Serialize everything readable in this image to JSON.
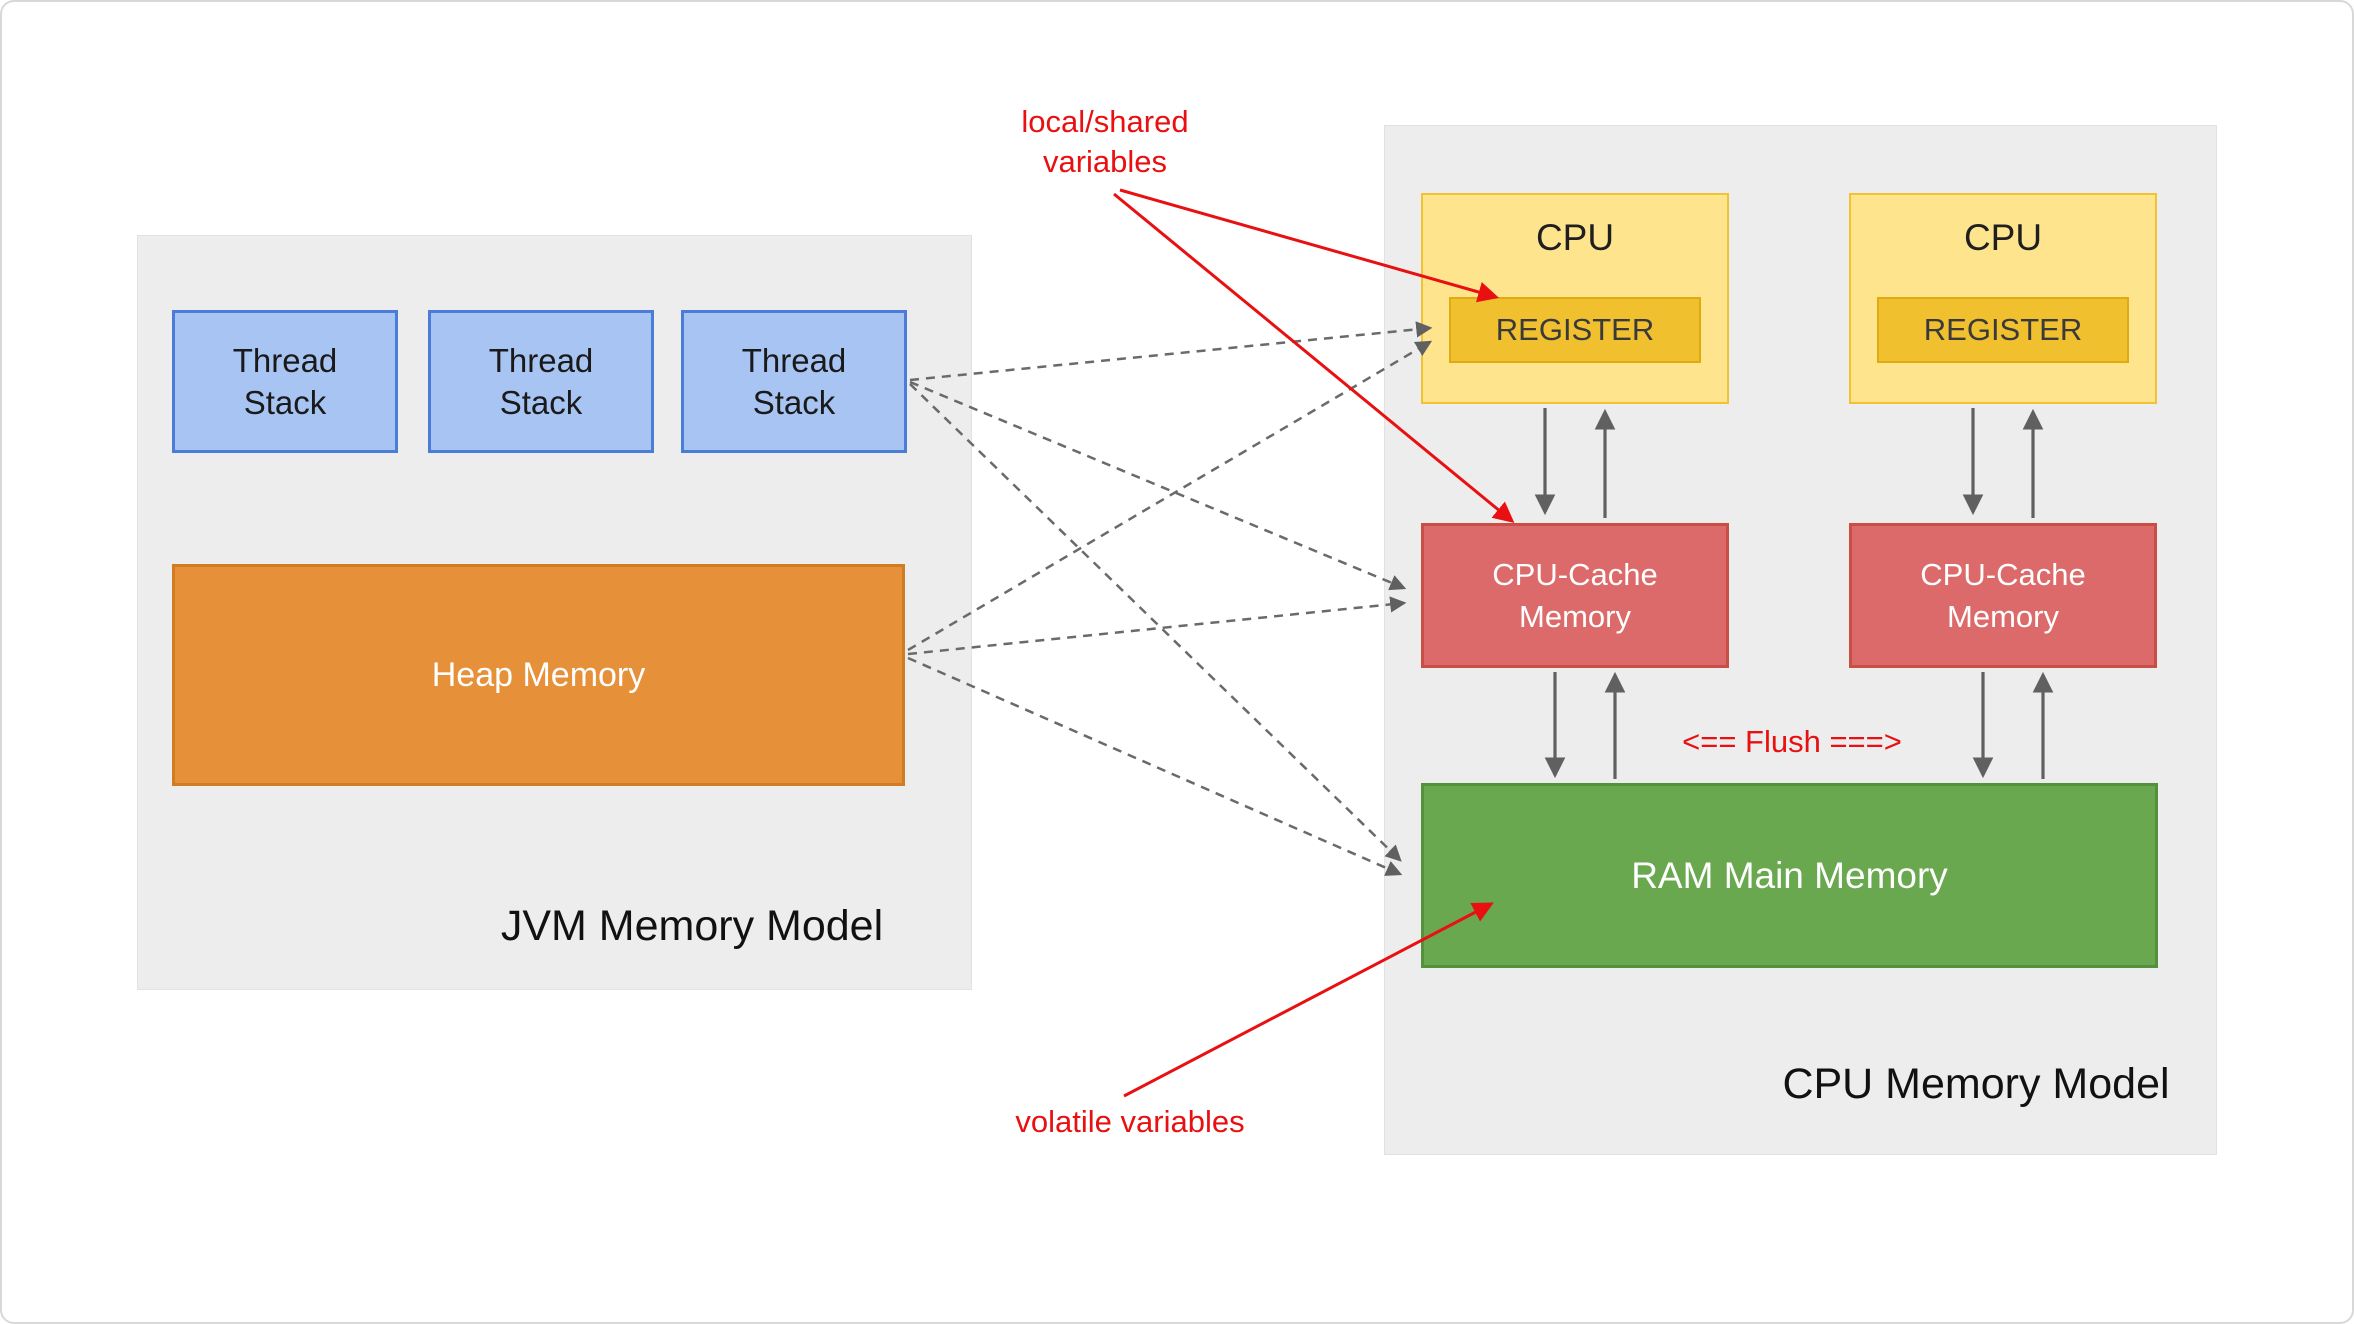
{
  "jvm": {
    "title": "JVM Memory Model",
    "thread_stack_label": "Thread\nStack",
    "heap_label": "Heap Memory"
  },
  "cpu": {
    "title": "CPU Memory Model",
    "cpu_label": "CPU",
    "register_label": "REGISTER",
    "cache_label": "CPU-Cache\nMemory",
    "ram_label": "RAM Main Memory",
    "flush_label": "<== Flush ===>"
  },
  "annotations": {
    "local_shared": "local/shared\nvariables",
    "volatile": "volatile variables"
  },
  "colors": {
    "panel_fill": "#ededed",
    "thread_stack_fill": "#a7c4f2",
    "thread_stack_border": "#4a7dd8",
    "heap_fill": "#e6913a",
    "cpu_fill": "#ffe48e",
    "cpu_border": "#f1c232",
    "register_fill": "#f0c02e",
    "cache_fill": "#dd6a6a",
    "ram_fill": "#69a84f",
    "annotation_red": "#e81010",
    "arrow_gray": "#606060"
  }
}
